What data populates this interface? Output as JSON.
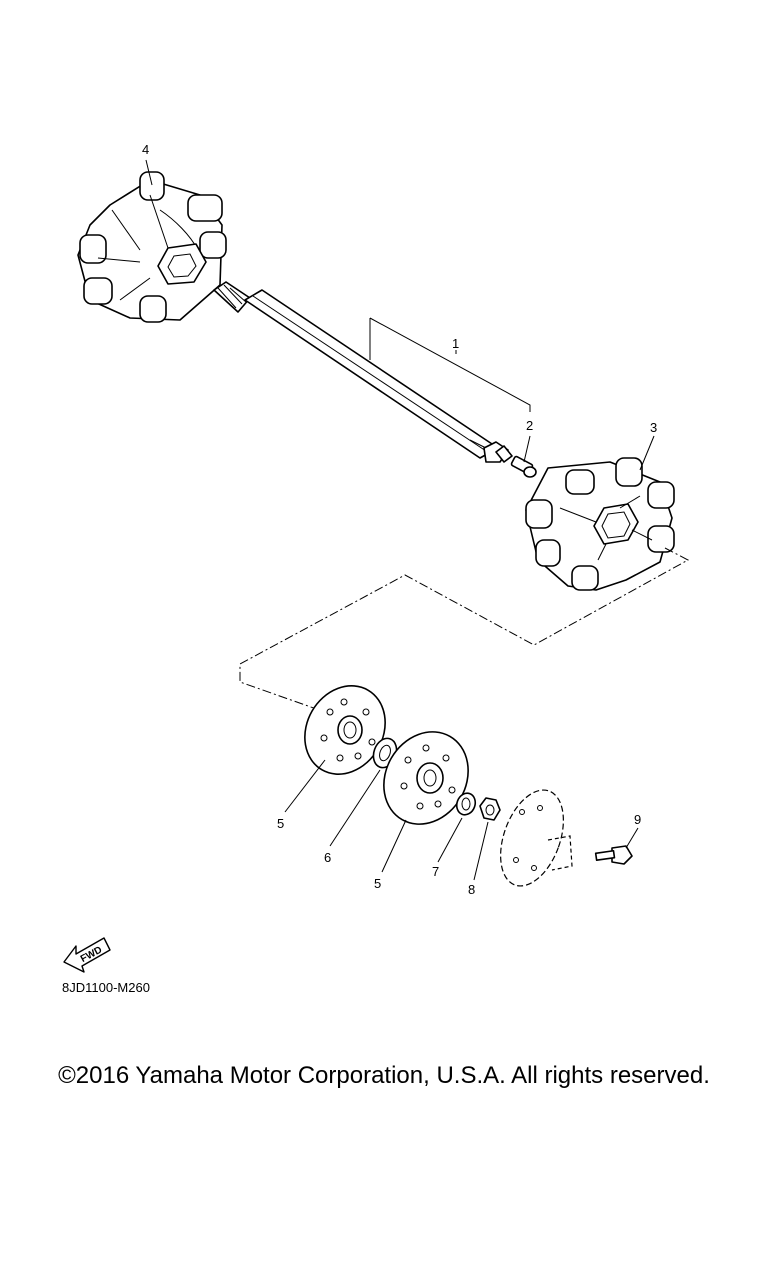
{
  "callouts": [
    "1",
    "2",
    "3",
    "4",
    "5",
    "6",
    "5",
    "7",
    "8",
    "9"
  ],
  "fwd_label": "FWD",
  "ref_code": "8JD1100-M260",
  "copyright": "©2016 Yamaha Motor Corporation, U.S.A. All rights reserved.",
  "colors": {
    "line": "#000000",
    "background": "#ffffff"
  }
}
